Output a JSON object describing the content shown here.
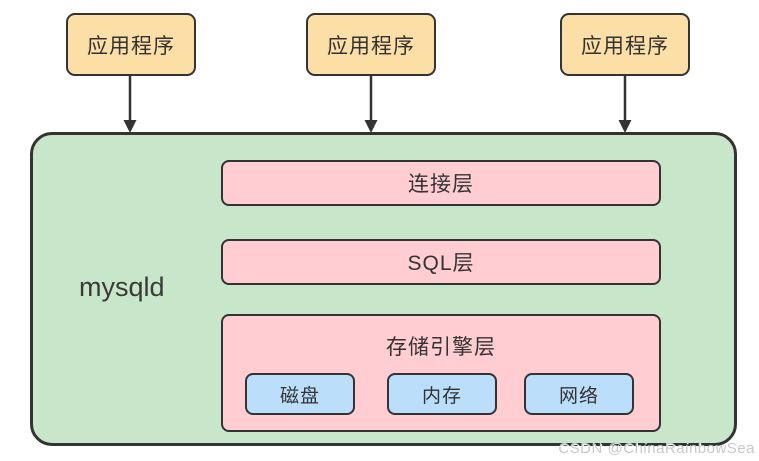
{
  "diagram": {
    "title_hint": "MySQL server architecture diagram",
    "app_boxes": [
      {
        "label": "应用程序"
      },
      {
        "label": "应用程序"
      },
      {
        "label": "应用程序"
      }
    ],
    "server": {
      "label": "mysqld",
      "layers": [
        {
          "label": "连接层"
        },
        {
          "label": "SQL层"
        },
        {
          "label": "存储引擎层",
          "resources": [
            {
              "label": "磁盘"
            },
            {
              "label": "内存"
            },
            {
              "label": "网络"
            }
          ]
        }
      ]
    },
    "watermark": "CSDN @ChinaRainbowSea",
    "colors": {
      "app_box_fill": "#FBDFA6",
      "server_fill": "#C8E6C9",
      "layer_fill": "#FFCDD2",
      "resource_fill": "#BBDEFB",
      "border": "#333333",
      "watermark_text": "#C9C9C9"
    }
  }
}
